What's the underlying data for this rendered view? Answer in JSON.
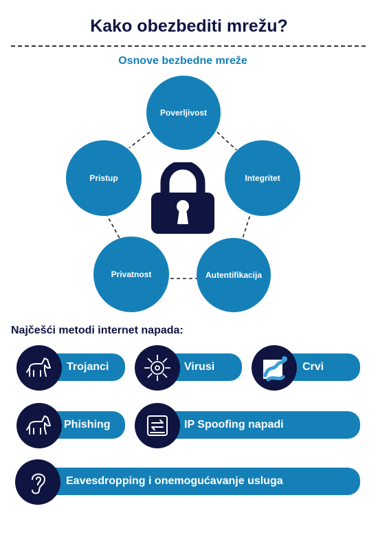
{
  "header": {
    "title": "Kako obezbediti mrežu?",
    "subtitle": "Osnove bezbedne mreže"
  },
  "network_basics": {
    "lock_icon": "padlock-icon",
    "nodes": [
      {
        "label": "Poverljivost"
      },
      {
        "label": "Integritet"
      },
      {
        "label": "Autentifikacija"
      },
      {
        "label": "Privatnost"
      },
      {
        "label": "Pristup"
      }
    ]
  },
  "attacks": {
    "title": "Najčešći metodi internet napada:",
    "items": [
      {
        "label": "Trojanci",
        "icon": "trojan-horse-icon"
      },
      {
        "label": "Virusi",
        "icon": "virus-icon"
      },
      {
        "label": "Crvi",
        "icon": "worm-icon"
      },
      {
        "label": "Phishing",
        "icon": "horse-icon"
      },
      {
        "label": "IP Spoofing napadi",
        "icon": "exchange-device-icon"
      },
      {
        "label": "Eavesdropping i onemogućavanje usluga",
        "icon": "ear-icon"
      }
    ]
  },
  "colors": {
    "accent": "#1580b8",
    "dark": "#0f1440"
  }
}
